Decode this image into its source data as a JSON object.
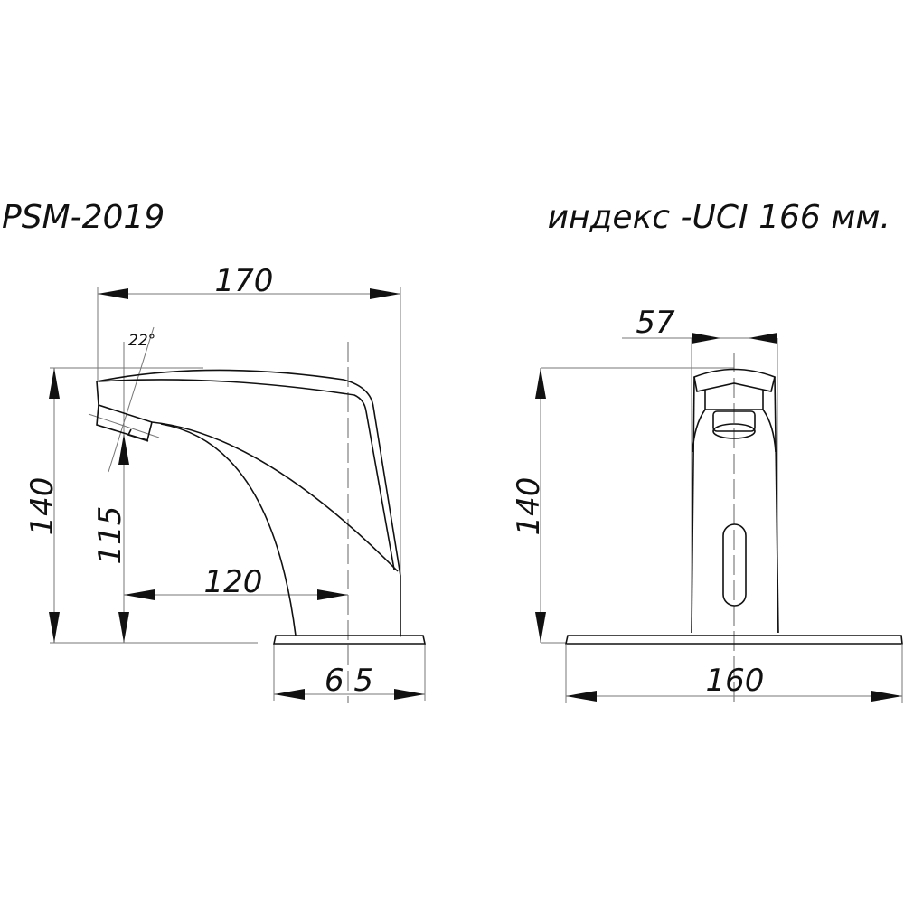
{
  "header": {
    "model": "PSM-2019",
    "index": "индекс -UCI 166 мм."
  },
  "side_view": {
    "length": "170",
    "angle": "22°",
    "height": "140",
    "spout_height": "115",
    "reach": "120",
    "base_width": "6 5"
  },
  "front_view": {
    "body_width": "57",
    "height": "140",
    "base_length": "160"
  }
}
